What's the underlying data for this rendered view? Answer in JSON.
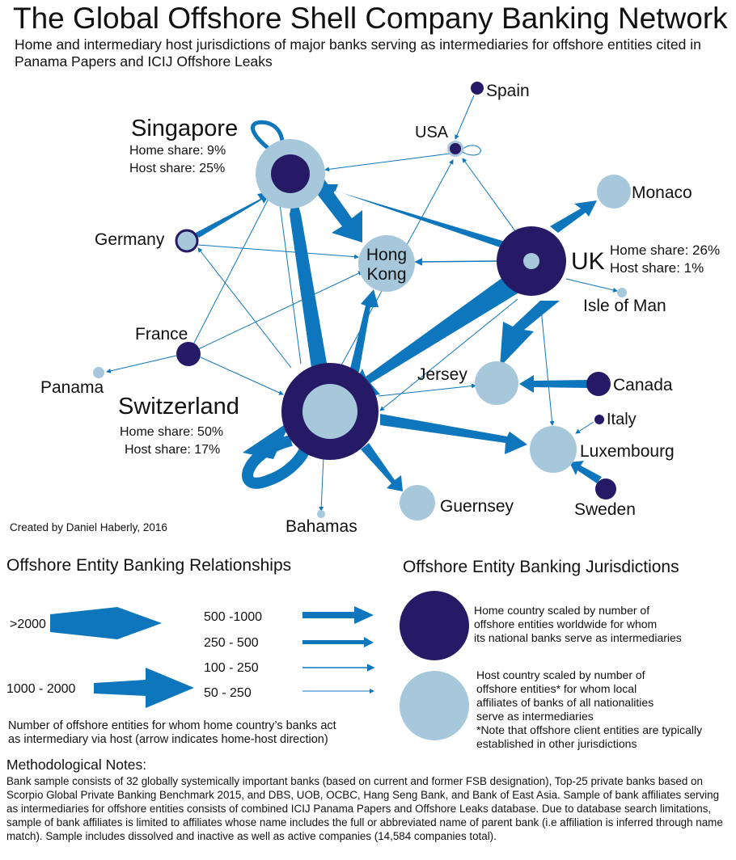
{
  "title": "The Global Offshore Shell Company Banking Network",
  "subtitle": "Home and intermediary host jurisdictions of major banks serving as intermediaries for offshore entities cited in Panama Papers and ICIJ Offshore Leaks",
  "credit": "Created by Daniel Haberly, 2016",
  "colors": {
    "home": "#261a66",
    "host": "#a6c8da",
    "arrow": "#0e76bc"
  },
  "nodes": [
    {
      "id": "singapore",
      "label": "Singapore",
      "stats": [
        "Home share: 9%",
        "Host share: 25%"
      ]
    },
    {
      "id": "spain",
      "label": "Spain"
    },
    {
      "id": "usa",
      "label": "USA"
    },
    {
      "id": "monaco",
      "label": "Monaco"
    },
    {
      "id": "germany",
      "label": "Germany"
    },
    {
      "id": "hongkong",
      "label": [
        "Hong",
        "Kong"
      ]
    },
    {
      "id": "uk",
      "label": "UK",
      "stats": [
        "Home share: 26%",
        "Host share: 1%"
      ]
    },
    {
      "id": "isleofman",
      "label": "Isle of Man"
    },
    {
      "id": "france",
      "label": "France"
    },
    {
      "id": "panama",
      "label": "Panama"
    },
    {
      "id": "switzerland",
      "label": "Switzerland",
      "stats": [
        "Home share: 50%",
        "Host share: 17%"
      ]
    },
    {
      "id": "jersey",
      "label": "Jersey"
    },
    {
      "id": "canada",
      "label": "Canada"
    },
    {
      "id": "italy",
      "label": "Italy"
    },
    {
      "id": "luxembourg",
      "label": "Luxembourg"
    },
    {
      "id": "guernsey",
      "label": "Guernsey"
    },
    {
      "id": "sweden",
      "label": "Sweden"
    },
    {
      "id": "bahamas",
      "label": "Bahamas"
    }
  ],
  "legend": {
    "relationships_title": "Offshore Entity Banking Relationships",
    "jurisdictions_title": "Offshore Entity Banking Jurisdictions",
    "arrow_classes": [
      ">2000",
      "1000 - 2000",
      "500 -1000",
      "250 - 500",
      "100 - 250",
      "50 - 250"
    ],
    "relationships_note": [
      "Number of offshore entities for whom home country’s banks act",
      "as intermediary via host (arrow indicates home-host direction)"
    ],
    "home_text": [
      "Home country scaled by number of",
      "offshore entities worldwide for whom",
      "its national banks serve as intermediaries"
    ],
    "host_text": [
      "Host country scaled by number of",
      "offshore entities* for whom local",
      "affiliates of banks of all nationalities",
      "serve as intermediaries",
      "*Note that offshore client entities are typically",
      "established in other jurisdictions"
    ]
  },
  "methodology": {
    "title": "Methodological Notes:",
    "body": "Bank sample consists of 32 globally systemically important banks (based on current and former FSB designation), Top-25 private banks based on Scorpio Global Private Banking  Benchmark 2015, and DBS, UOB, OCBC, Hang Seng Bank, and Bank of East Asia.  Sample of bank affiliates serving as intermediaries for offshore entities consists of combined ICIJ Panama Papers and Offshore Leaks database.  Due to database search limitations, sample of bank affiliates is limited to affiliates whose name includes the full or abbreviated name of parent bank (i.e affiliation is inferred through name match).  Sample includes dissolved and inactive as well as active companies (14,584 companies total)."
  }
}
